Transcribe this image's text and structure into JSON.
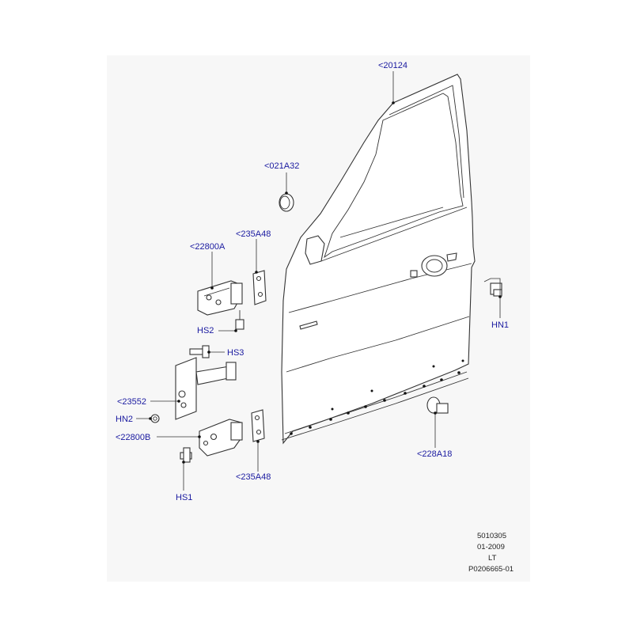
{
  "callouts": {
    "door_shell": "<20124",
    "plug": "<021A32",
    "upper_hinge": "<22800A",
    "upper_hinge_shim": "<235A48",
    "hs2": "HS2",
    "hs3": "HS3",
    "check_strap": "<23552",
    "hn2": "HN2",
    "lower_hinge": "<22800B",
    "hs1": "HS1",
    "lower_hinge_shim": "<235A48",
    "hn1": "HN1",
    "bumper": "<228A18"
  },
  "footer": {
    "code1": "5010305",
    "date": "01-2009",
    "side": "LT",
    "ref": "P0206665-01"
  }
}
